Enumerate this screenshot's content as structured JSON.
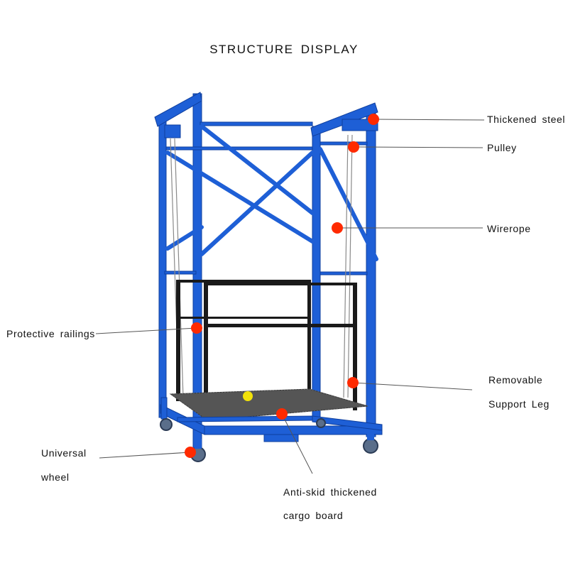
{
  "title": "STRUCTURE DISPLAY",
  "colors": {
    "frame": "#1e5fd6",
    "frame_dark": "#0f3f9e",
    "railing": "#1a1a1a",
    "marker": "#ff2a00",
    "leader": "#555555"
  },
  "labels": {
    "thickened_steel": "Thickened steel",
    "pulley": "Pulley",
    "wirerope": "Wirerope",
    "protective_railings": "Protective railings",
    "removable_support_leg_line1": "Removable",
    "removable_support_leg_line2": "Support Leg",
    "universal_wheel_line1": "Universal",
    "universal_wheel_line2": "wheel",
    "cargo_board_line1": "Anti-skid thickened",
    "cargo_board_line2": "cargo board"
  }
}
